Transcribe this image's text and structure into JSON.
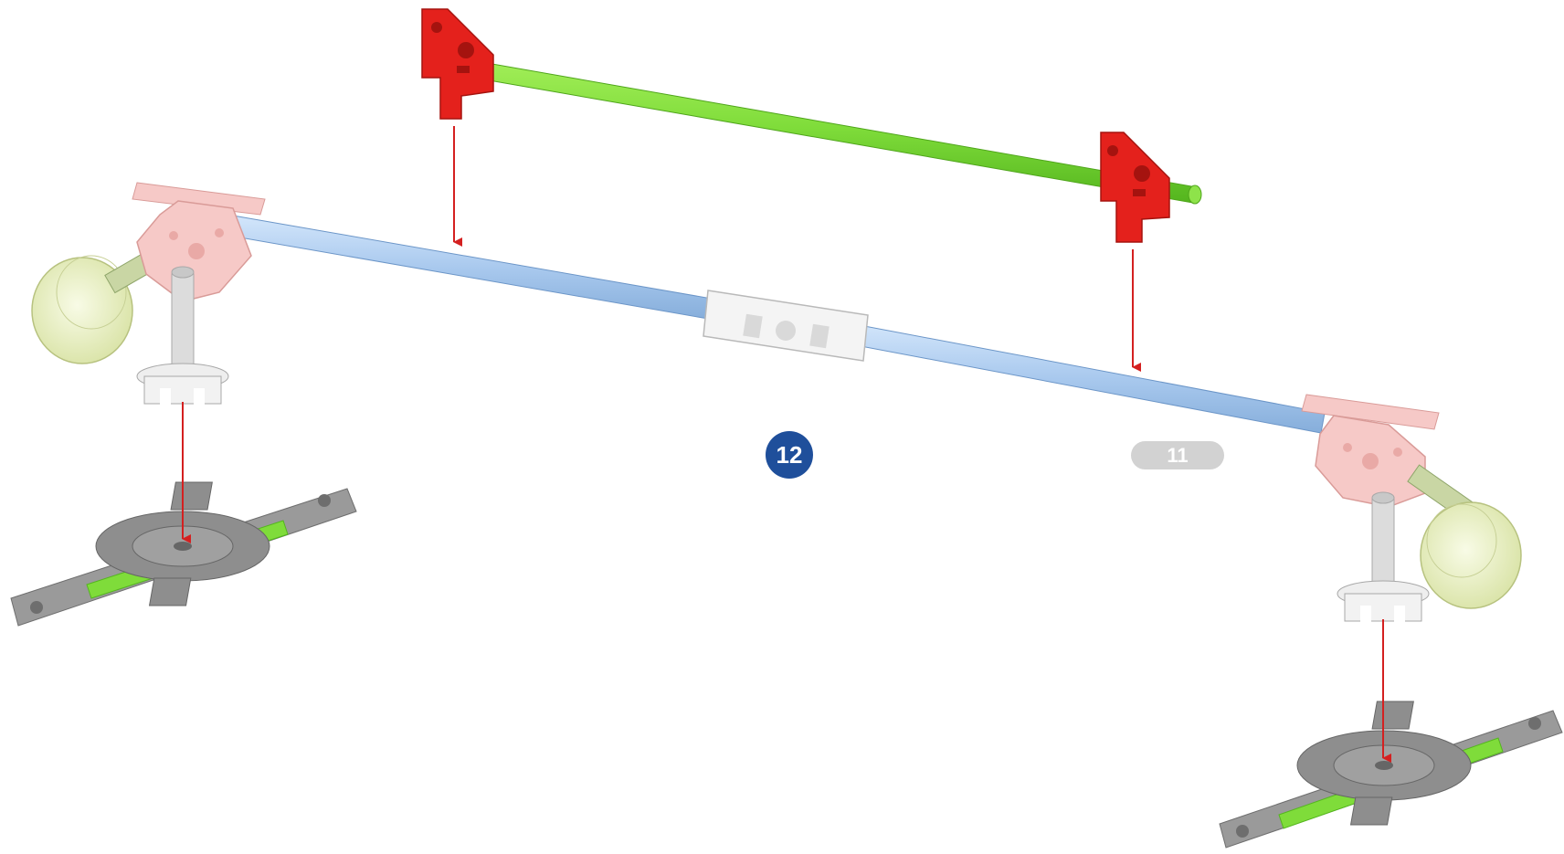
{
  "step": {
    "current": "12",
    "previous": "11"
  },
  "colors": {
    "step_badge": "#1f4f9b",
    "prev_badge": "#d2d2d2",
    "arrow": "#d42020",
    "green_rod": "#7fdc3a",
    "blue_rod": "#a9c9ee",
    "red_part": "#e4211c",
    "pink_connector": "#f6c9c7",
    "white_part": "#f4f4f4",
    "gray_part": "#8e8e8e",
    "wheel": "#eef3cf"
  },
  "parts": [
    "green-rod-with-red-connectors",
    "blue-rod-assembly",
    "white-center-coupler",
    "pink-corner-connectors",
    "wheels",
    "gray-rod-bases"
  ]
}
